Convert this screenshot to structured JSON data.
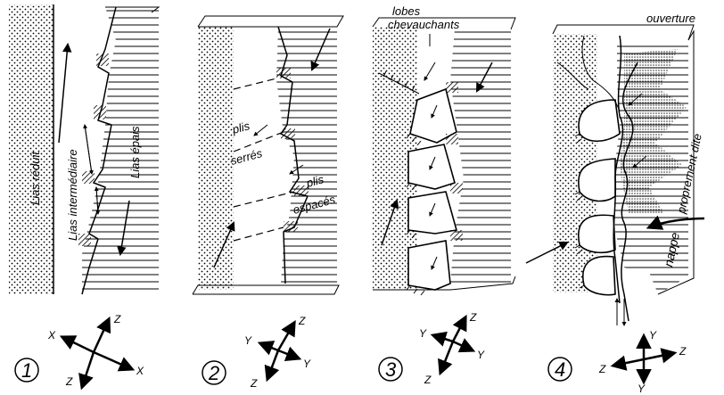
{
  "panels": [
    {
      "number": "1",
      "labels": {
        "lias_reduit": "Lias réduit",
        "lias_intermediaire": "Lias intermédiaire",
        "lias_epais": "Lias épais"
      },
      "axes": {
        "x1": "X",
        "x2": "X",
        "z1": "Z",
        "z2": "Z"
      }
    },
    {
      "number": "2",
      "labels": {
        "plis": "plis",
        "serres": "serrés",
        "plis2": "plis",
        "espaces": "espacés"
      },
      "axes": {
        "y1": "Y",
        "y2": "Y",
        "z1": "Z",
        "z2": "Z"
      }
    },
    {
      "number": "3",
      "labels": {
        "lobes": "lobes",
        "chevauchants": "chevauchants"
      },
      "axes": {
        "y1": "Y",
        "y2": "Y",
        "z1": "Z",
        "z2": "Z"
      }
    },
    {
      "number": "4",
      "labels": {
        "ouverture": "ouverture",
        "nappe": "nappe",
        "proprement_dite": "proprement dite"
      },
      "axes": {
        "y1": "Y",
        "y2": "Y",
        "z1": "Z",
        "z2": "Z"
      }
    }
  ]
}
